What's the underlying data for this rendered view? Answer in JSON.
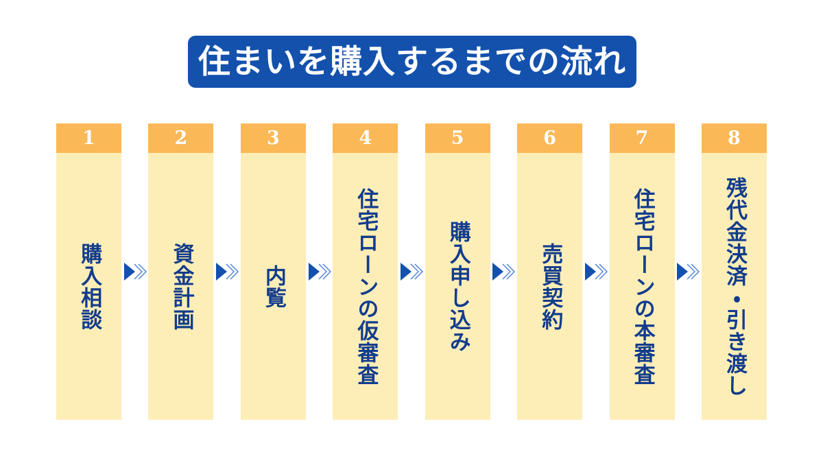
{
  "title": {
    "text": "住まいを購入するまでの流れ"
  },
  "colors": {
    "title_background": "#1351ad",
    "title_text": "#ffffff",
    "step_header": "#fbb857",
    "step_header_text": "#ffffff",
    "step_body": "#fdeeb8",
    "step_label_text": "#123c8c",
    "arrow": "#1351ad",
    "page_background": "#ffffff"
  },
  "steps": [
    {
      "number": "1",
      "label": "購入相談"
    },
    {
      "number": "2",
      "label": "資金計画"
    },
    {
      "number": "3",
      "label": "内覧"
    },
    {
      "number": "4",
      "label": "住宅ローンの仮審査"
    },
    {
      "number": "5",
      "label": "購入申し込み"
    },
    {
      "number": "6",
      "label": "売買契約"
    },
    {
      "number": "7",
      "label": "住宅ローンの本審査"
    },
    {
      "number": "8",
      "label": "残代金決済・引き渡し"
    }
  ],
  "arrows": [
    {
      "name": "arrow-1-to-2"
    },
    {
      "name": "arrow-2-to-3"
    },
    {
      "name": "arrow-3-to-4"
    },
    {
      "name": "arrow-4-to-5"
    },
    {
      "name": "arrow-5-to-6"
    },
    {
      "name": "arrow-6-to-7"
    },
    {
      "name": "arrow-7-to-8"
    }
  ]
}
